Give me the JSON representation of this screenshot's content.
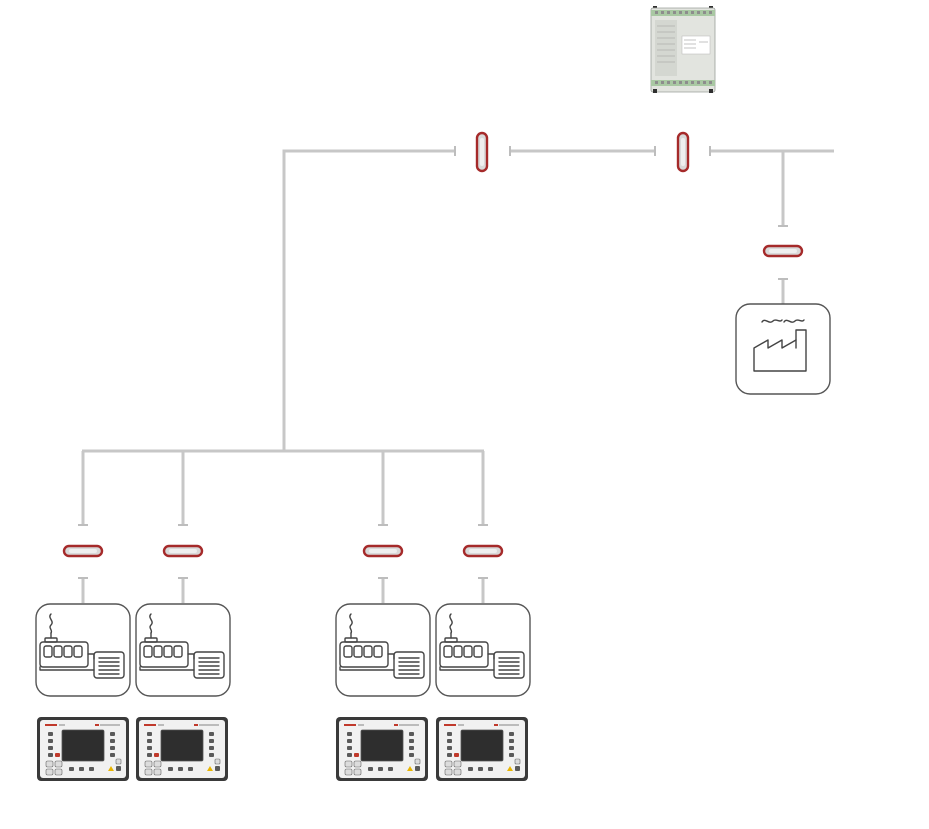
{
  "diagram": {
    "nodes": [
      {
        "id": "controller",
        "kind": "controller-module",
        "icon": "controller-module-icon"
      },
      {
        "id": "mains",
        "kind": "mains-supply",
        "icon": "factory-icon"
      },
      {
        "id": "gen1",
        "kind": "generator-set",
        "icon": "genset-icon"
      },
      {
        "id": "gen2",
        "kind": "generator-set",
        "icon": "genset-icon"
      },
      {
        "id": "gen3",
        "kind": "generator-set",
        "icon": "genset-icon"
      },
      {
        "id": "gen4",
        "kind": "generator-set",
        "icon": "genset-icon"
      },
      {
        "id": "panel1",
        "kind": "control-panel",
        "icon": "control-panel-icon"
      },
      {
        "id": "panel2",
        "kind": "control-panel",
        "icon": "control-panel-icon"
      },
      {
        "id": "panel3",
        "kind": "control-panel",
        "icon": "control-panel-icon"
      },
      {
        "id": "panel4",
        "kind": "control-panel",
        "icon": "control-panel-icon"
      }
    ],
    "breakers": [
      {
        "id": "bus-tie-left",
        "orientation": "vertical"
      },
      {
        "id": "bus-tie-right",
        "orientation": "vertical"
      },
      {
        "id": "mains-breaker",
        "orientation": "horizontal"
      },
      {
        "id": "gen1-breaker",
        "orientation": "horizontal"
      },
      {
        "id": "gen2-breaker",
        "orientation": "horizontal"
      },
      {
        "id": "gen3-breaker",
        "orientation": "horizontal"
      },
      {
        "id": "gen4-breaker",
        "orientation": "horizontal"
      }
    ],
    "edges": [
      {
        "from": "gen-bus",
        "to": "bus-tie-left"
      },
      {
        "from": "bus-tie-left",
        "to": "bus-tie-right"
      },
      {
        "from": "bus-tie-right",
        "to": "load-bus"
      },
      {
        "from": "load-bus",
        "to": "mains-breaker"
      },
      {
        "from": "mains-breaker",
        "to": "mains"
      },
      {
        "from": "gen-bus",
        "to": "gen1-breaker"
      },
      {
        "from": "gen-bus",
        "to": "gen2-breaker"
      },
      {
        "from": "gen-bus",
        "to": "gen3-breaker"
      },
      {
        "from": "gen-bus",
        "to": "gen4-breaker"
      },
      {
        "from": "gen1-breaker",
        "to": "gen1"
      },
      {
        "from": "gen2-breaker",
        "to": "gen2"
      },
      {
        "from": "gen3-breaker",
        "to": "gen3"
      },
      {
        "from": "gen4-breaker",
        "to": "gen4"
      }
    ],
    "colors": {
      "wire": "#c7c7c7",
      "breaker_outline": "#a52a2a",
      "tile_outline": "#555555",
      "panel_frame": "#3a3a3a",
      "panel_key_accent": "#c0392b",
      "controller_strip": "#a9c8a3"
    }
  }
}
